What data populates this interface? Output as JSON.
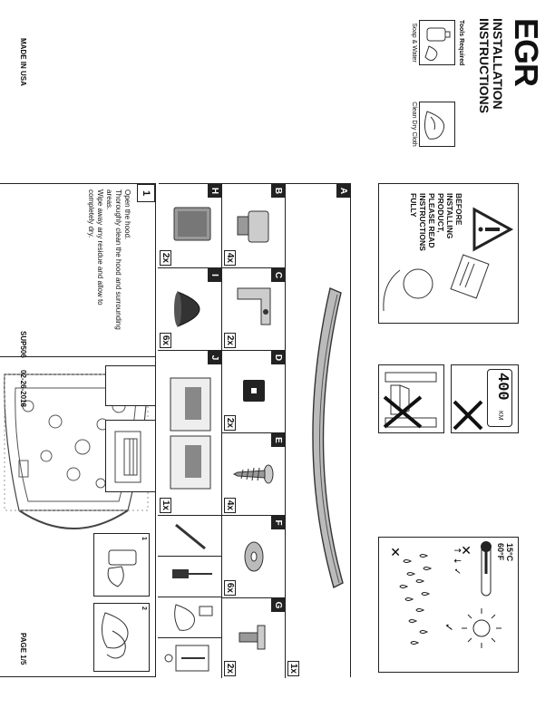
{
  "header": {
    "logo_text": "EGR",
    "title_line1": "INSTALLATION",
    "title_line2": "INSTRUCTIONS",
    "tools_label": "Tools Required",
    "tools": [
      "Soap & Water",
      "Clean Dry Cloth"
    ]
  },
  "warning": {
    "lines": [
      "BEFORE",
      "INSTALLING",
      "PRODUCT,",
      "PLEASE READ",
      "INSTRUCTIONS",
      "FULLY"
    ]
  },
  "conditions": {
    "speed_display": "400",
    "speed_unit": "KM",
    "temp_celsius": "15°C",
    "temp_fahrenheit": "60°F"
  },
  "footer": {
    "made_in": "MADE IN USA",
    "doc_id": "SUP506",
    "date": "02-26-2018",
    "page": "PAGE 1/5"
  },
  "parts": [
    {
      "letter": "A",
      "qty": "1x",
      "icon": "hood-deflector-icon"
    },
    {
      "letter": "B",
      "qty": "4x",
      "icon": "clip-icon"
    },
    {
      "letter": "C",
      "qty": "2x",
      "icon": "bracket-icon"
    },
    {
      "letter": "D",
      "qty": "2x",
      "icon": "pad-icon"
    },
    {
      "letter": "E",
      "qty": "4x",
      "icon": "screw-icon"
    },
    {
      "letter": "F",
      "qty": "6x",
      "icon": "washer-icon"
    },
    {
      "letter": "G",
      "qty": "2x",
      "icon": "bolt-icon"
    },
    {
      "letter": "H",
      "qty": "2x",
      "icon": "alcohol-wipe-icon"
    },
    {
      "letter": "I",
      "qty": "6x",
      "icon": "bumper-icon"
    },
    {
      "letter": "J",
      "qty": "1x",
      "icon": "instruction-card-icon"
    }
  ],
  "step1": {
    "number": "1",
    "lines": [
      "Open the hood.",
      "Thoroughly clean the hood and surrounding",
      "areas.",
      "Wipe away any residue and allow to",
      "completely dry."
    ],
    "sub_steps": [
      "1",
      "2"
    ]
  }
}
